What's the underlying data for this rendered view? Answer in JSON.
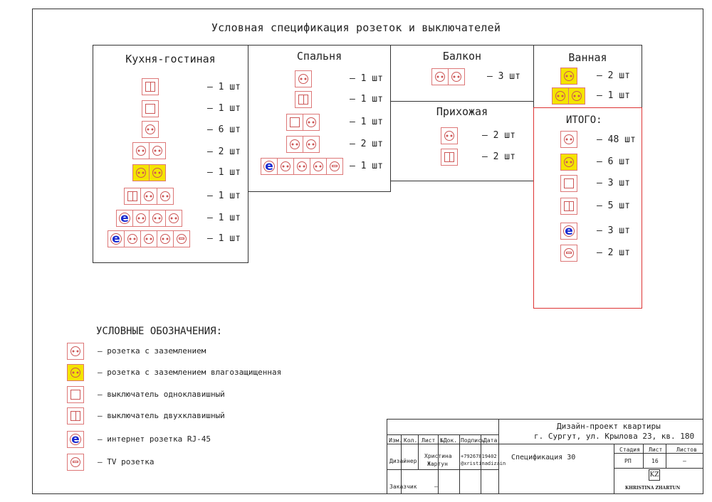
{
  "title": "Условная спецификация розеток и выключателей",
  "rooms": {
    "kitchen": {
      "name": "Кухня-гостиная",
      "qty": [
        "– 1 шт",
        "– 1 шт",
        "– 6 шт",
        "– 2 шт",
        "– 1 шт",
        "– 1 шт",
        "– 1 шт",
        "– 1 шт"
      ]
    },
    "bedroom": {
      "name": "Спальня",
      "qty": [
        "– 1 шт",
        "– 1 шт",
        "– 1 шт",
        "– 2 шт",
        "– 1 шт"
      ]
    },
    "balcony": {
      "name": "Балкон",
      "qty": [
        "– 3 шт"
      ]
    },
    "hall": {
      "name": "Прихожая",
      "qty": [
        "– 2 шт",
        "– 2 шт"
      ]
    },
    "bath": {
      "name": "Ванная",
      "qty": [
        "– 2 шт",
        "– 1 шт"
      ]
    },
    "total": {
      "name": "ИТОГО:",
      "qty": [
        "– 48 шт",
        "– 6 шт",
        "– 3 шт",
        "– 5 шт",
        "– 3 шт",
        "– 2 шт"
      ]
    }
  },
  "legend": {
    "title": "УСЛОВНЫЕ ОБОЗНАЧЕНИЯ:",
    "items": [
      {
        "icon": "socket-icon",
        "text": "– розетка с заземлением"
      },
      {
        "icon": "waterproof-socket-icon",
        "text": "– розетка с заземлением влагозащищенная"
      },
      {
        "icon": "single-switch-icon",
        "text": "– выключатель одноклавишный"
      },
      {
        "icon": "double-switch-icon",
        "text": "– выключатель двухклавишный"
      },
      {
        "icon": "internet-socket-icon",
        "text": "– интернет розетка RJ-45"
      },
      {
        "icon": "tv-socket-icon",
        "text": "– TV розетка"
      }
    ]
  },
  "stamp": {
    "project_line1": "Дизайн-проект квартиры",
    "project_line2": "г. Сургут, ул. Крылова 23, кв. 180",
    "headers": [
      "Изм.",
      "Кол.",
      "Лист",
      "№Док.",
      "Подпись",
      "Дата"
    ],
    "designer_role": "Дизайнер",
    "designer_name1": "Христина",
    "designer_name2": "Жартун",
    "phone": "+79267819402",
    "instagram": "@xristinadizain",
    "customer_role": "Заказчик",
    "customer_value": "–",
    "sheet_title": "Спецификация 30",
    "stage_header": "Стадия",
    "sheet_header": "Лист",
    "sheets_header": "Листов",
    "stage": "РП",
    "sheet": "16",
    "sheets": "–",
    "logo_mark": "KZ",
    "brand": "KHRISTINA ZHARTUN"
  },
  "colors": {
    "waterproof": "#f4e400",
    "symbol_stroke": "#cc5555",
    "internet_letter": "#1a2ad0",
    "total_border": "#dd3333"
  }
}
